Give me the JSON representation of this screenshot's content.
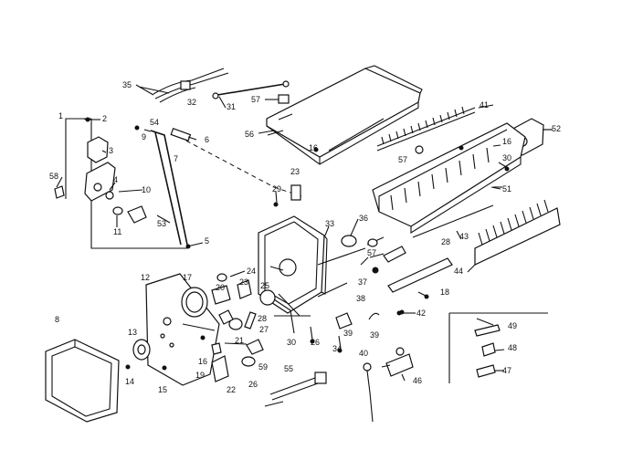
{
  "labels": {
    "p1": "1",
    "p2": "2",
    "p3": "3",
    "p4": "4",
    "p5": "5",
    "p6": "6",
    "p7": "7",
    "p8": "8",
    "p10": "10",
    "p11": "11",
    "p12": "12",
    "p13": "13",
    "p14": "14",
    "p15": "15",
    "p16a": "16",
    "p16b": "16",
    "p16c": "16",
    "p17": "17",
    "p18": "18",
    "p19": "19",
    "p20": "20",
    "p21": "21",
    "p22": "22",
    "p23a": "23",
    "p23b": "23",
    "p24": "24",
    "p25": "25",
    "p26a": "26",
    "p26b": "26",
    "p27": "27",
    "p28a": "28",
    "p28b": "28",
    "p29": "29",
    "p30a": "30",
    "p30b": "30",
    "p31": "31",
    "p32": "32",
    "p33": "33",
    "p34": "34",
    "p35": "35",
    "p36": "36",
    "p37": "37",
    "p38": "38",
    "p39a": "39",
    "p39b": "39",
    "p40": "40",
    "p41": "41",
    "p42": "42",
    "p43": "43",
    "p44": "44",
    "p46": "46",
    "p47": "47",
    "p48": "48",
    "p49": "49",
    "p51": "51",
    "p52": "52",
    "p53": "53",
    "p54": "54",
    "p55": "55",
    "p56": "56",
    "p57a": "57",
    "p57b": "57",
    "p57c": "57",
    "p58": "58",
    "p59": "59"
  }
}
